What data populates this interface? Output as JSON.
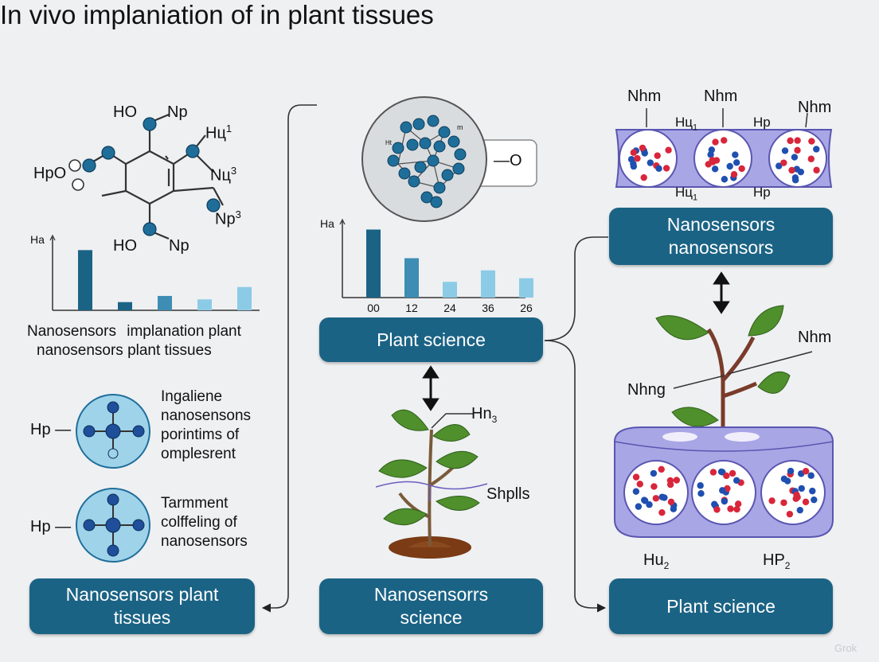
{
  "title": "In vivo implaniation of in plant tissues",
  "colors": {
    "box": "#1b6385",
    "bar_dark": "#1b6385",
    "bar_mid": "#3d8db4",
    "bar_light": "#8ccbe6",
    "atom": "#1f6e9a",
    "leaf": "#4f8f2c",
    "cell": "#a9a6e6"
  },
  "molecule": {
    "labels": [
      "HO",
      "Np",
      "Hц",
      "1",
      "HpO",
      "Nц",
      "3",
      "Np",
      "3",
      "HO",
      "Np"
    ]
  },
  "left_chart": {
    "chart_data": {
      "type": "bar",
      "ylabel": "Ha",
      "categories": [
        "",
        "",
        "",
        "",
        ""
      ],
      "values": [
        88,
        12,
        21,
        16,
        34
      ],
      "ylim": [
        0,
        100
      ]
    },
    "caption_line1": "Nanosensors",
    "caption_line1b": "implanation plant",
    "caption_line2": "nanosensors plant tissues"
  },
  "sensor1": {
    "label": "Hp",
    "text": [
      "Ingaliene",
      "nanosensons",
      "porintims of",
      "omplesrent"
    ]
  },
  "sensor2": {
    "label": "Hp",
    "text": [
      "Tarmment",
      "colffeling of",
      "nanosensors"
    ]
  },
  "center_circle": {
    "side_label": "—O",
    "tiny1": "Ht",
    "tiny2": "m"
  },
  "center_chart": {
    "chart_data": {
      "type": "bar",
      "ylabel": "Ha",
      "categories": [
        "00",
        "12",
        "24",
        "36",
        "26"
      ],
      "values": [
        95,
        55,
        22,
        38,
        27
      ],
      "ylim": [
        0,
        100
      ]
    }
  },
  "plant_center": {
    "label1": "Hn",
    "label1_sub": "3",
    "label2": "Shplls"
  },
  "cells_top": {
    "labels_top": [
      "Nhm",
      "Nhm",
      "Nhm"
    ],
    "labels_mid": [
      "Hц",
      "Hp"
    ],
    "label_mid1_sub": "1",
    "labels_bot": [
      "Hц",
      "Hp"
    ],
    "label_bot1_sub": "1"
  },
  "plant_right": {
    "label1": "Nhm",
    "label2": "Nhng"
  },
  "cells_bottom": {
    "label1": "Hu",
    "label1_sub": "2",
    "label2": "HP",
    "label2_sub": "2"
  },
  "boxes": {
    "left_bottom": [
      "Nanosensors plant",
      "tissues"
    ],
    "center_mid": [
      "Plant science"
    ],
    "center_bottom": [
      "Nanosensorrs",
      "science"
    ],
    "right_top": [
      "Nanosensors",
      "nanosensors"
    ],
    "right_bottom": [
      "Plant science"
    ]
  },
  "watermark": "Grok"
}
